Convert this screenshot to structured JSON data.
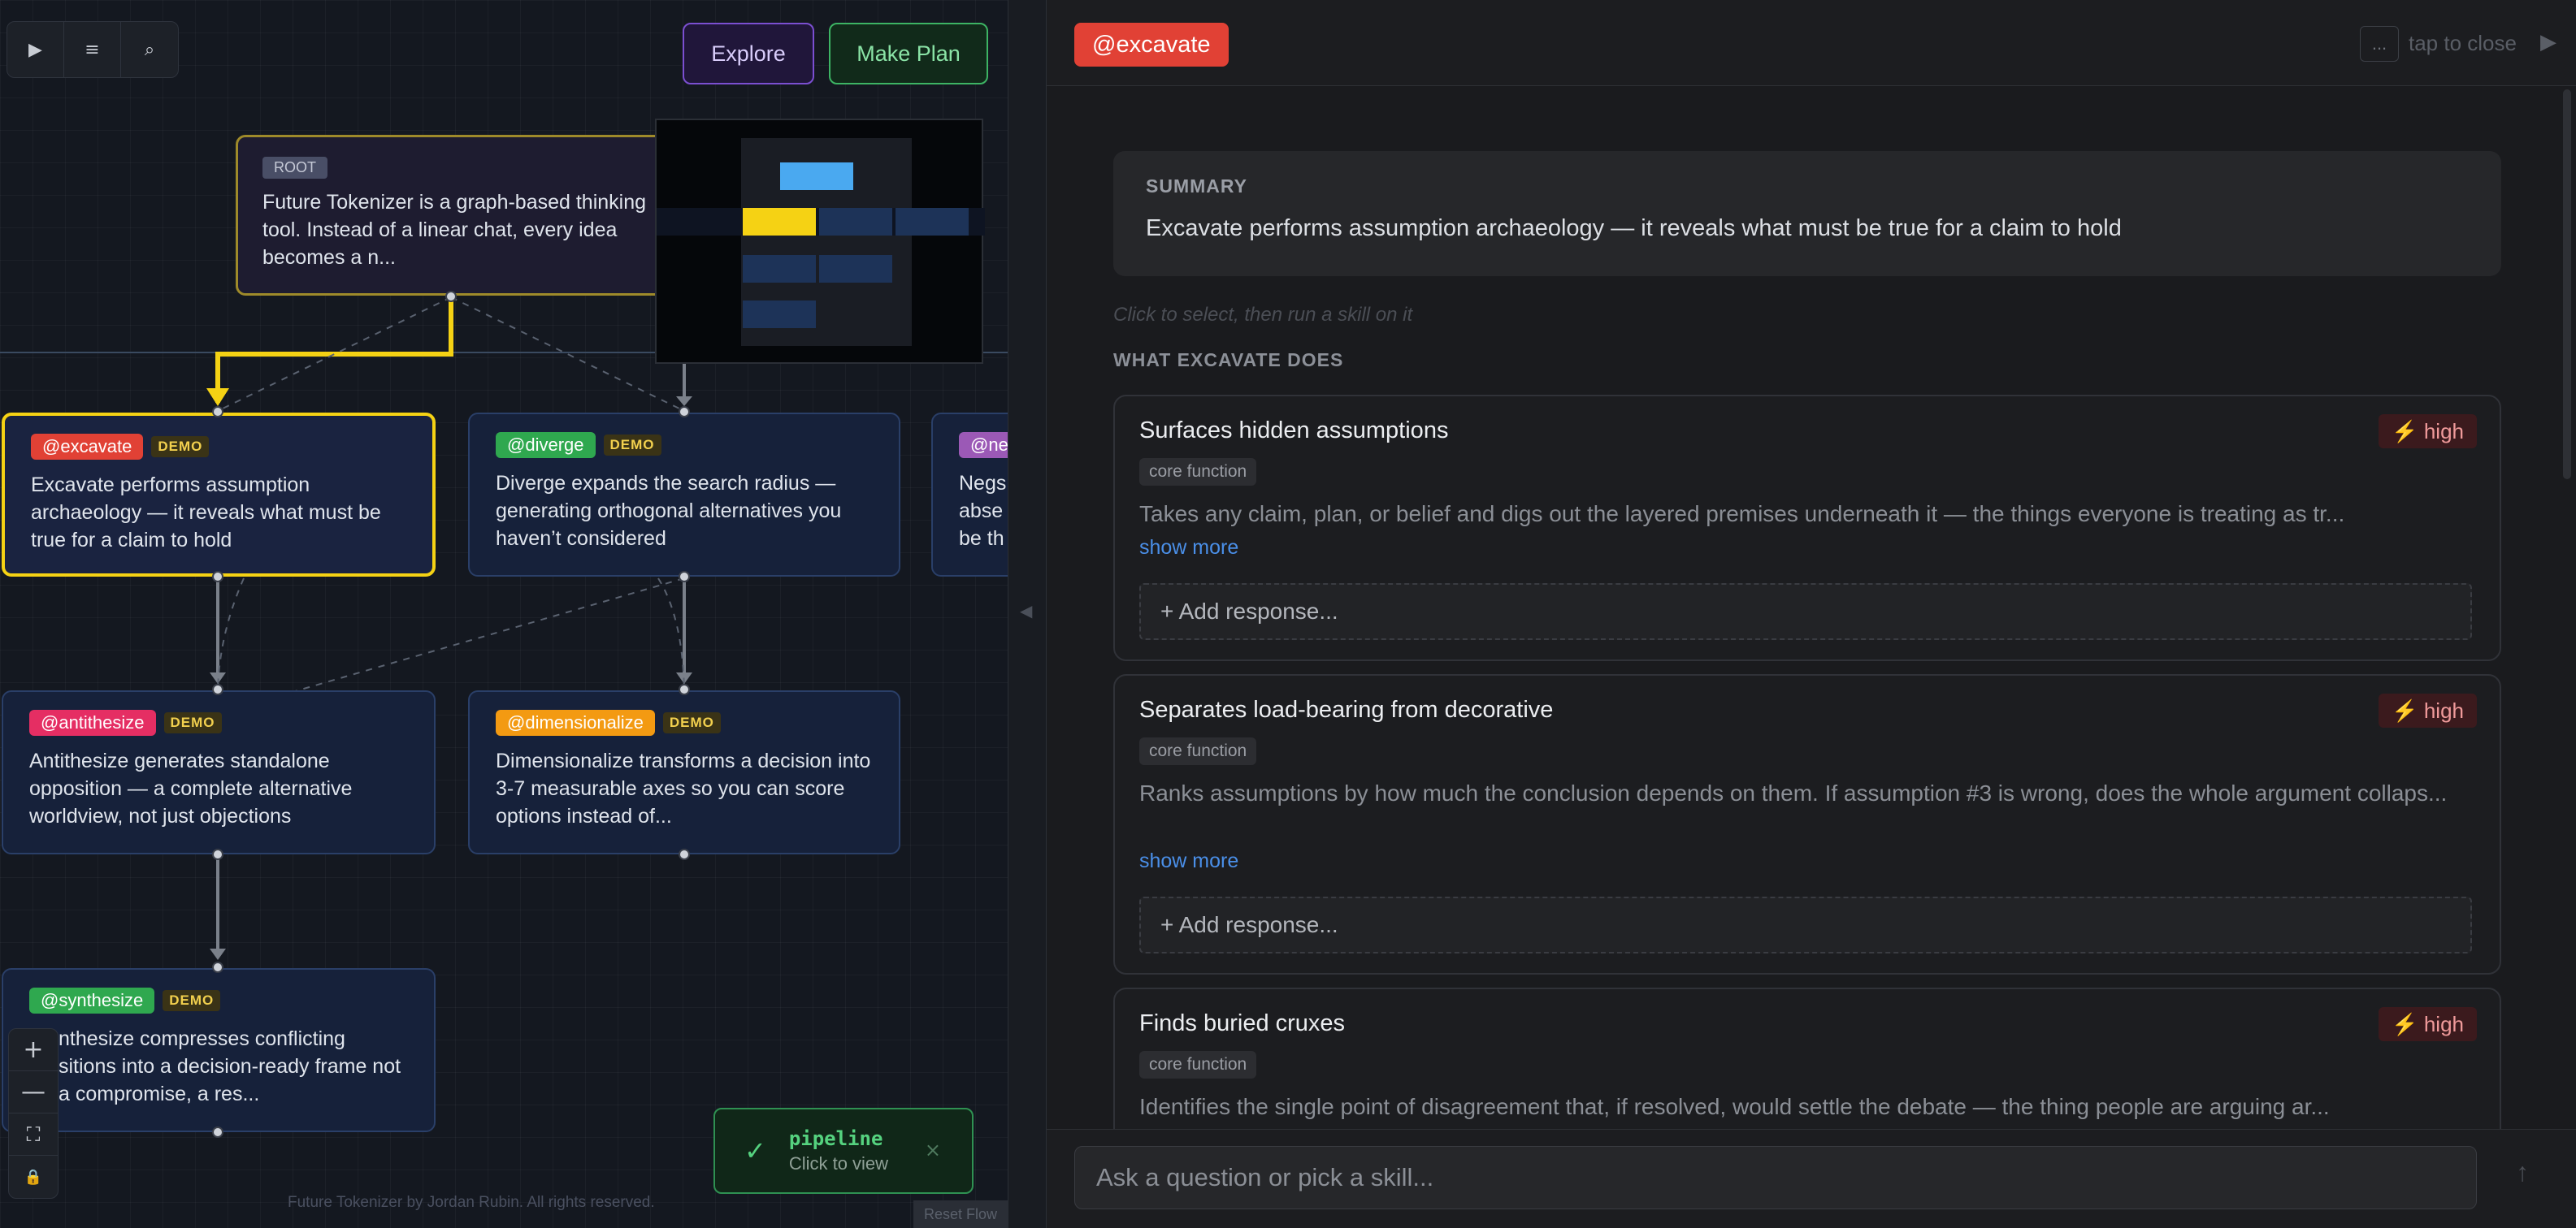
{
  "toolbar": {
    "play_icon": "▶",
    "menu_icon": "≡",
    "search_icon": "⌕",
    "explore_label": "Explore",
    "plan_label": "Make Plan"
  },
  "root_node": {
    "badge": "ROOT",
    "text": "Future Tokenizer is a graph-based thinking tool. Instead of a linear chat, every idea becomes a n..."
  },
  "nodes": {
    "excavate": {
      "tag": "@excavate",
      "demo": "DEMO",
      "text": "Excavate performs assumption archaeology — it reveals what must be true for a claim to hold",
      "color": "#e14135"
    },
    "diverge": {
      "tag": "@diverge",
      "demo": "DEMO",
      "text": "Diverge expands the search radius — generating orthogonal alternatives you haven’t considered",
      "color": "#2fa84f"
    },
    "negspace": {
      "tag": "@ne",
      "text": "Negs abse be th",
      "color": "#9b59b6"
    },
    "antithesize": {
      "tag": "@antithesize",
      "demo": "DEMO",
      "text": "Antithesize generates standalone opposition — a complete alternative worldview, not just objections",
      "color": "#e52e63"
    },
    "dimensionalize": {
      "tag": "@dimensionalize",
      "demo": "DEMO",
      "text": "Dimensionalize transforms a decision into 3-7 measurable axes so you can score options instead of...",
      "color": "#f39a12"
    },
    "synthesize": {
      "tag": "@synthesize",
      "demo": "DEMO",
      "text": "nthesize compresses conflicting sitions into a decision-ready frame not a compromise, a res...",
      "color": "#2fa84f"
    }
  },
  "zoom": {
    "in": "+",
    "out": "—",
    "fit": "⛶",
    "lock": "🔒"
  },
  "toast": {
    "title": "pipeline",
    "subtitle": "Click to view",
    "check": "✓",
    "close": "×"
  },
  "footer": {
    "credit": "Future Tokenizer by Jordan Rubin. All rights reserved.",
    "reset": "Reset Flow"
  },
  "panel": {
    "tag": "@excavate",
    "more": "...",
    "tap_close": "tap to close",
    "close_icon": "▶",
    "summary_label": "SUMMARY",
    "summary_text": "Excavate performs assumption archaeology — it reveals what must be true for a claim to hold",
    "hint": "Click to select, then run a skill on it",
    "section_title": "WHAT EXCAVATE DOES",
    "cards": [
      {
        "title": "Surfaces hidden assumptions",
        "badge": "⚡ high",
        "chip": "core function",
        "body": "Takes any claim, plan, or belief and digs out the layered premises underneath it — the things everyone is treating as tr...",
        "more": "show more",
        "add": "+ Add response..."
      },
      {
        "title": "Separates load-bearing from decorative",
        "badge": "⚡ high",
        "chip": "core function",
        "body": "Ranks assumptions by how much the conclusion depends on them. If assumption #3 is wrong, does the whole argument collaps...",
        "more": "show more",
        "add": "+ Add response..."
      },
      {
        "title": "Finds buried cruxes",
        "badge": "⚡ high",
        "chip": "core function",
        "body": "Identifies the single point of disagreement that, if resolved, would settle the debate — the thing people are arguing ar..."
      }
    ],
    "ask_placeholder": "Ask a question or pick a skill...",
    "send_icon": "↑",
    "collapse_icon": "◀"
  }
}
